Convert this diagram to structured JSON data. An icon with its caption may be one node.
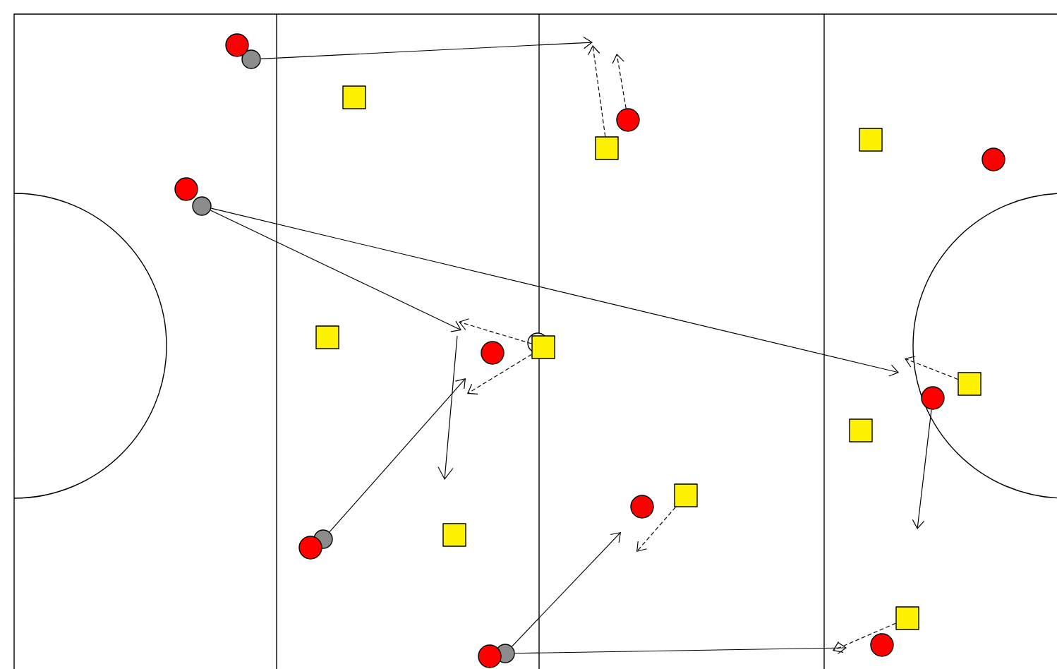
{
  "diagram": {
    "nodes": [
      {
        "text": [],
        "shape": "circle"
      },
      {
        "text": [],
        "shape": "circle"
      },
      {
        "text": [],
        "shape": "circle"
      },
      {
        "text": [],
        "shape": "circle"
      },
      {
        "text": [],
        "shape": "box"
      },
      {
        "text": [],
        "shape": "box"
      },
      {
        "text": [],
        "shape": "circle"
      },
      {
        "text": [],
        "shape": "box"
      },
      {
        "text": [],
        "shape": "circle"
      },
      {
        "text": [],
        "shape": "box"
      },
      {
        "text": [],
        "shape": "circle"
      },
      {
        "text": [],
        "shape": "circle"
      },
      {
        "text": [],
        "shape": "box"
      },
      {
        "text": [],
        "shape": "box"
      },
      {
        "text": [],
        "shape": "circle"
      },
      {
        "text": [],
        "shape": "box"
      },
      {
        "text": [],
        "shape": "circle"
      },
      {
        "text": [],
        "shape": "circle"
      },
      {
        "text": [],
        "shape": "box"
      },
      {
        "text": [],
        "shape": "box"
      },
      {
        "text": [],
        "shape": "circle"
      },
      {
        "text": [],
        "shape": "circle"
      },
      {
        "text": [],
        "shape": "circle"
      },
      {
        "text": [],
        "shape": "box"
      },
      {
        "text": [],
        "shape": "circle"
      }
    ],
    "edges": [
      {
        "from": 0,
        "to": null,
        "arrow": "to"
      },
      {
        "from": 5,
        "to": null,
        "arrow": "to",
        "style": "dashed"
      },
      {
        "from": 6,
        "to": null,
        "arrow": "to",
        "style": "dashed"
      },
      {
        "from": 2,
        "to": null,
        "arrow": "to"
      },
      {
        "from": 2,
        "to": null,
        "arrow": "to"
      },
      {
        "from": 12,
        "to": null,
        "arrow": "to",
        "style": "dashed"
      },
      {
        "from": 12,
        "to": null,
        "arrow": "to",
        "style": "dashed"
      },
      {
        "from": 16,
        "to": null,
        "arrow": "to"
      },
      {
        "from": 13,
        "to": null,
        "arrow": "to",
        "style": "dashed"
      },
      {
        "from": 19,
        "to": null,
        "arrow": "to",
        "style": "dashed"
      },
      {
        "from": 21,
        "to": null,
        "arrow": "to"
      },
      {
        "from": 21,
        "to": null,
        "arrow": "to"
      },
      {
        "from": 23,
        "to": null,
        "arrow": "to",
        "style": "dashed"
      },
      {
        "from": 14,
        "to": null,
        "arrow": "to"
      }
    ]
  }
}
